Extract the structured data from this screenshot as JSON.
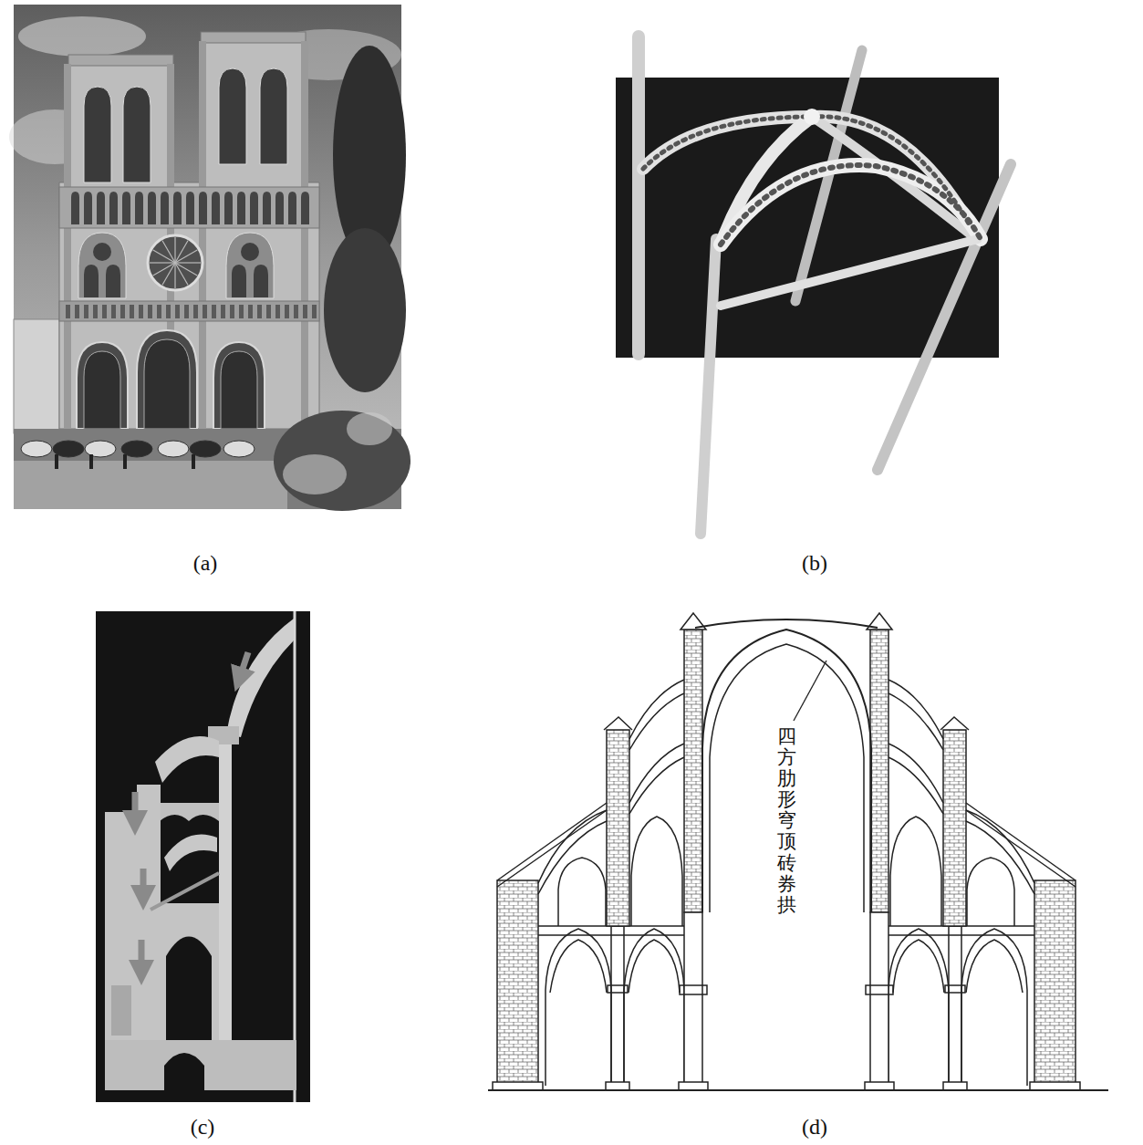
{
  "diagram": {
    "labels": [
      "(a)",
      "(b)",
      "(c)",
      "(d)",
      "四方肋形穹顶砖券拱"
    ]
  }
}
